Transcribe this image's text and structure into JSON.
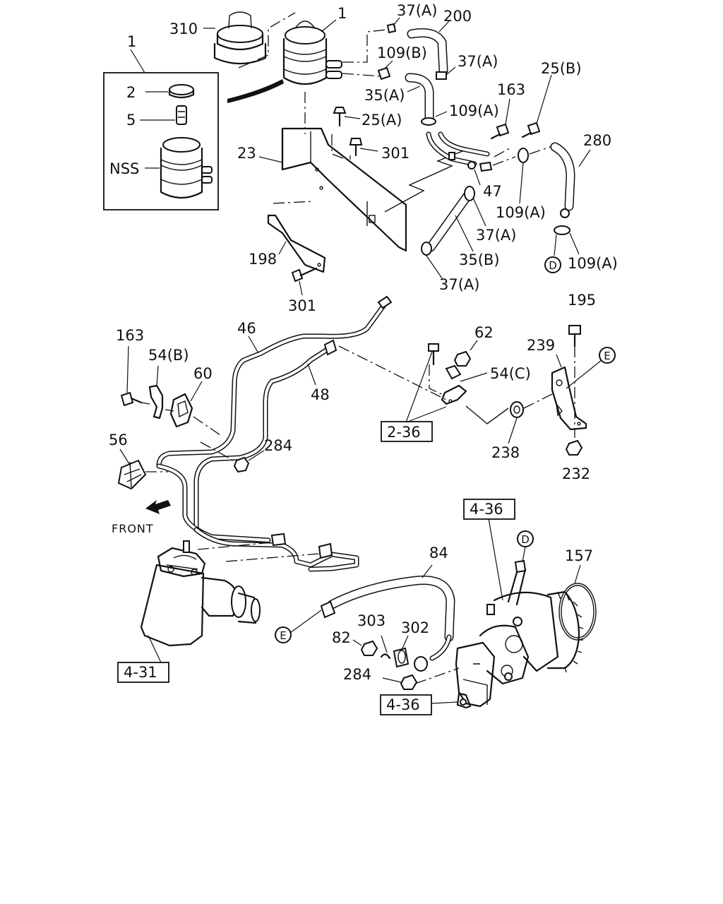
{
  "labels": {
    "l310": "310",
    "l1_top": "1",
    "l1_left": "1",
    "l2": "2",
    "l5": "5",
    "l_nss": "NSS",
    "l37a_top": "37(A)",
    "l200": "200",
    "l109b": "109(B)",
    "l37a_mid": "37(A)",
    "l35a": "35(A)",
    "l25b": "25(B)",
    "l163_top": "163",
    "l109a_top": "109(A)",
    "l25a": "25(A)",
    "l280": "280",
    "l23": "23",
    "l301_top": "301",
    "l47": "47",
    "l109a_right": "109(A)",
    "l37a_lower": "37(A)",
    "l35b": "35(B)",
    "l198": "198",
    "l109a_bottom": "109(A)",
    "l37a_bottom": "37(A)",
    "l301_bottom": "301",
    "l195": "195",
    "l46": "46",
    "l163_left": "163",
    "l54b": "54(B)",
    "l60": "60",
    "l62": "62",
    "l239": "239",
    "l54c": "54(C)",
    "l48": "48",
    "l2_36": "2-36",
    "l238": "238",
    "l232": "232",
    "l56": "56",
    "l284_upper": "284",
    "l_front": "FRONT",
    "l4_36_top": "4-36",
    "l84": "84",
    "l157": "157",
    "l303": "303",
    "l302": "302",
    "l82": "82",
    "l4_31": "4-31",
    "l284_lower": "284",
    "l4_36_bottom": "4-36"
  },
  "callouts": {
    "d_upper": "D",
    "e_upper": "E",
    "d_lower": "D",
    "e_lower": "E"
  }
}
